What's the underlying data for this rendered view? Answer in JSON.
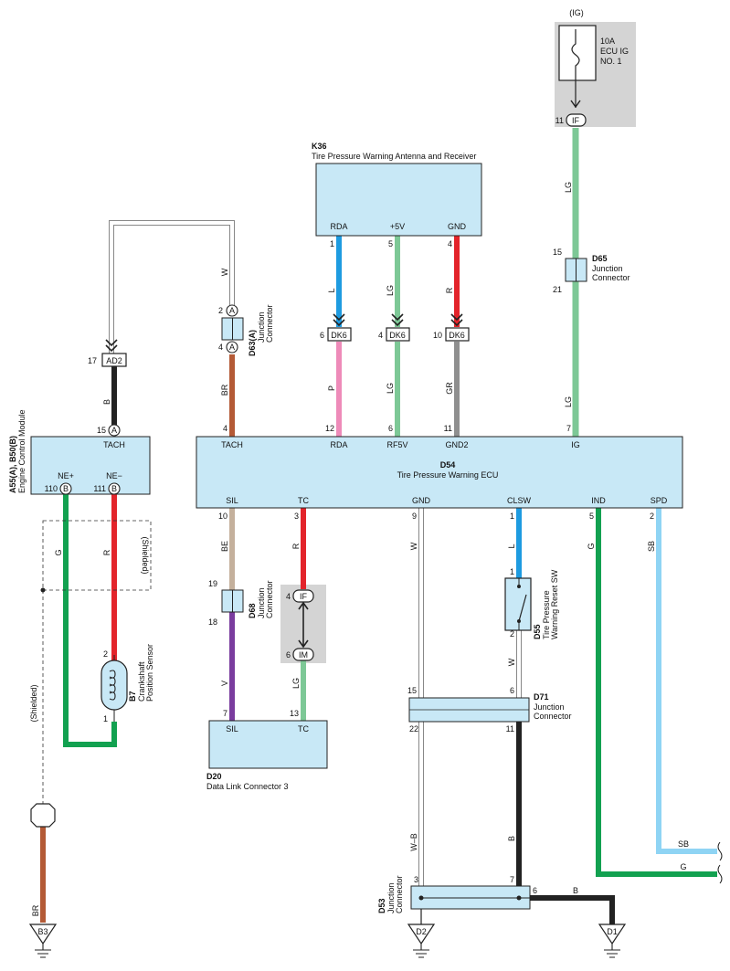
{
  "ig_box": {
    "header": "(IG)",
    "fuse_amp": "10A",
    "fuse_name1": "ECU IG",
    "fuse_name2": "NO. 1",
    "pin_num": "11",
    "pin_label": "IF"
  },
  "k36": {
    "code": "K36",
    "name": "Tire Pressure Warning Antenna and Receiver",
    "terms": [
      {
        "label": "RDA",
        "pin": "1"
      },
      {
        "label": "+5V",
        "pin": "5"
      },
      {
        "label": "GND",
        "pin": "4"
      }
    ]
  },
  "dk6": [
    {
      "label": "DK6",
      "pin": "6"
    },
    {
      "label": "DK6",
      "pin": "4"
    },
    {
      "label": "DK6",
      "pin": "10"
    }
  ],
  "d54": {
    "code": "D54",
    "name": "Tire Pressure Warning ECU",
    "top_terms": [
      {
        "label": "TACH",
        "pin": "4"
      },
      {
        "label": "RDA",
        "pin": "12"
      },
      {
        "label": "RF5V",
        "pin": "6"
      },
      {
        "label": "GND2",
        "pin": "11"
      },
      {
        "label": "IG",
        "pin": "7"
      }
    ],
    "bottom_terms": [
      {
        "label": "SIL",
        "pin": "10"
      },
      {
        "label": "TC",
        "pin": "3"
      },
      {
        "label": "GND",
        "pin": "9"
      },
      {
        "label": "CLSW",
        "pin": "1"
      },
      {
        "label": "IND",
        "pin": "5"
      },
      {
        "label": "SPD",
        "pin": "2"
      }
    ]
  },
  "d65": {
    "code": "D65",
    "name1": "Junction",
    "name2": "Connector",
    "pin_top": "15",
    "pin_bottom": "21"
  },
  "d63": {
    "code": "D63(A)",
    "name1": "Junction",
    "name2": "Connector",
    "pin_top": "2",
    "pin_bottom": "4",
    "letter": "A"
  },
  "ad2": {
    "label": "AD2",
    "pin": "17",
    "pin15": "15",
    "letter": "A"
  },
  "ecm": {
    "code": "A55(A), B50(B)",
    "name": "Engine Control Module",
    "tach": "TACH",
    "nep": "NE+",
    "nem": "NE−",
    "pin_nep": "110",
    "pin_nem": "111",
    "letter": "B"
  },
  "shielded": "(Shielded)",
  "b7": {
    "code": "B7",
    "name1": "Crankshaft",
    "name2": "Position Sensor",
    "pin_top": "2",
    "pin_bottom": "1"
  },
  "d68": {
    "code": "D68",
    "name1": "Junction",
    "name2": "Connector",
    "pin_top": "19",
    "pin_bottom": "18"
  },
  "if_im": {
    "if_label": "IF",
    "if_pin": "4",
    "im_label": "IM",
    "im_pin": "6"
  },
  "d20": {
    "code": "D20",
    "name": "Data Link Connector 3",
    "sil": "SIL",
    "tc": "TC",
    "pin_sil": "7",
    "pin_tc": "13"
  },
  "d55": {
    "code": "D55",
    "name1": "Tire Pressure",
    "name2": "Warning Reset SW",
    "pin_top": "1",
    "pin_bottom": "2"
  },
  "d71": {
    "code": "D71",
    "name1": "Junction",
    "name2": "Connector",
    "pin_15": "15",
    "pin_6": "6",
    "pin_22": "22",
    "pin_11": "11"
  },
  "d53": {
    "code": "D53",
    "name1": "Junction",
    "name2": "Connector",
    "pin_3": "3",
    "pin_7": "7",
    "pin_6": "6"
  },
  "grounds": {
    "b3": "B3",
    "d2": "D2",
    "d1": "D1"
  },
  "wire_colors": {
    "W": "W",
    "B": "B",
    "BR": "BR",
    "L": "L",
    "LG": "LG",
    "R": "R",
    "P": "P",
    "GR": "GR",
    "BE": "BE",
    "V": "V",
    "G": "G",
    "SB": "SB",
    "WB": "W–B"
  },
  "colors": {
    "component_fill": "#c8e8f6",
    "shade": "#d4d4d4",
    "blue": "#1e9be0",
    "lightgreen": "#7dc896",
    "red": "#e3242b",
    "pink": "#ee8bb9",
    "gray": "#8f8f8f",
    "brown": "#b45a36",
    "black": "#222222",
    "beige": "#c4b09c",
    "violet": "#7a3c9e",
    "green": "#12a150",
    "skyblue": "#8fd4f4"
  }
}
